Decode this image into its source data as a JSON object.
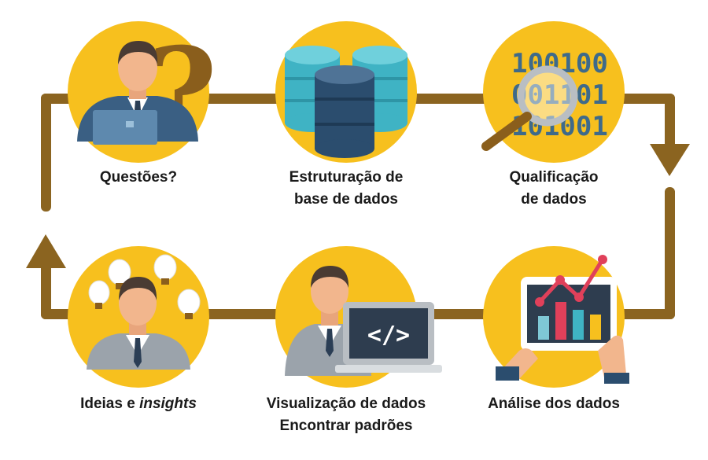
{
  "colors": {
    "circle": "#F7C01E",
    "flow": "#8B6420",
    "skin": "#F2B68D",
    "hair": "#4A3B33",
    "suit_blue": "#3A5F83",
    "suit_gray": "#9BA3AB",
    "db_teal": "#3FB3C4",
    "db_navy": "#2B4D6E",
    "binary": "#3E6A8A",
    "chart_red": "#E0405A"
  },
  "steps": [
    {
      "id": "questions",
      "icon": "question-person-icon",
      "line1": "Questões?",
      "line2": ""
    },
    {
      "id": "database",
      "icon": "database-icon",
      "line1": "Estruturação de",
      "line2": "base de dados"
    },
    {
      "id": "qualification",
      "icon": "magnifier-binary-icon",
      "line1": "Qualificação",
      "line2": "de dados"
    },
    {
      "id": "analysis",
      "icon": "tablet-chart-icon",
      "line1": "Análise dos dados",
      "line2": ""
    },
    {
      "id": "visualization",
      "icon": "laptop-code-icon",
      "line1": "Visualização de dados",
      "line2": "Encontrar padrões"
    },
    {
      "id": "ideas",
      "icon": "lightbulb-person-icon",
      "line1": "Ideias e",
      "line1_em": "insights",
      "line2": ""
    }
  ],
  "binary_rows": [
    "100100",
    "001101",
    "101001"
  ],
  "code_symbol": "</>",
  "question_mark": "?"
}
